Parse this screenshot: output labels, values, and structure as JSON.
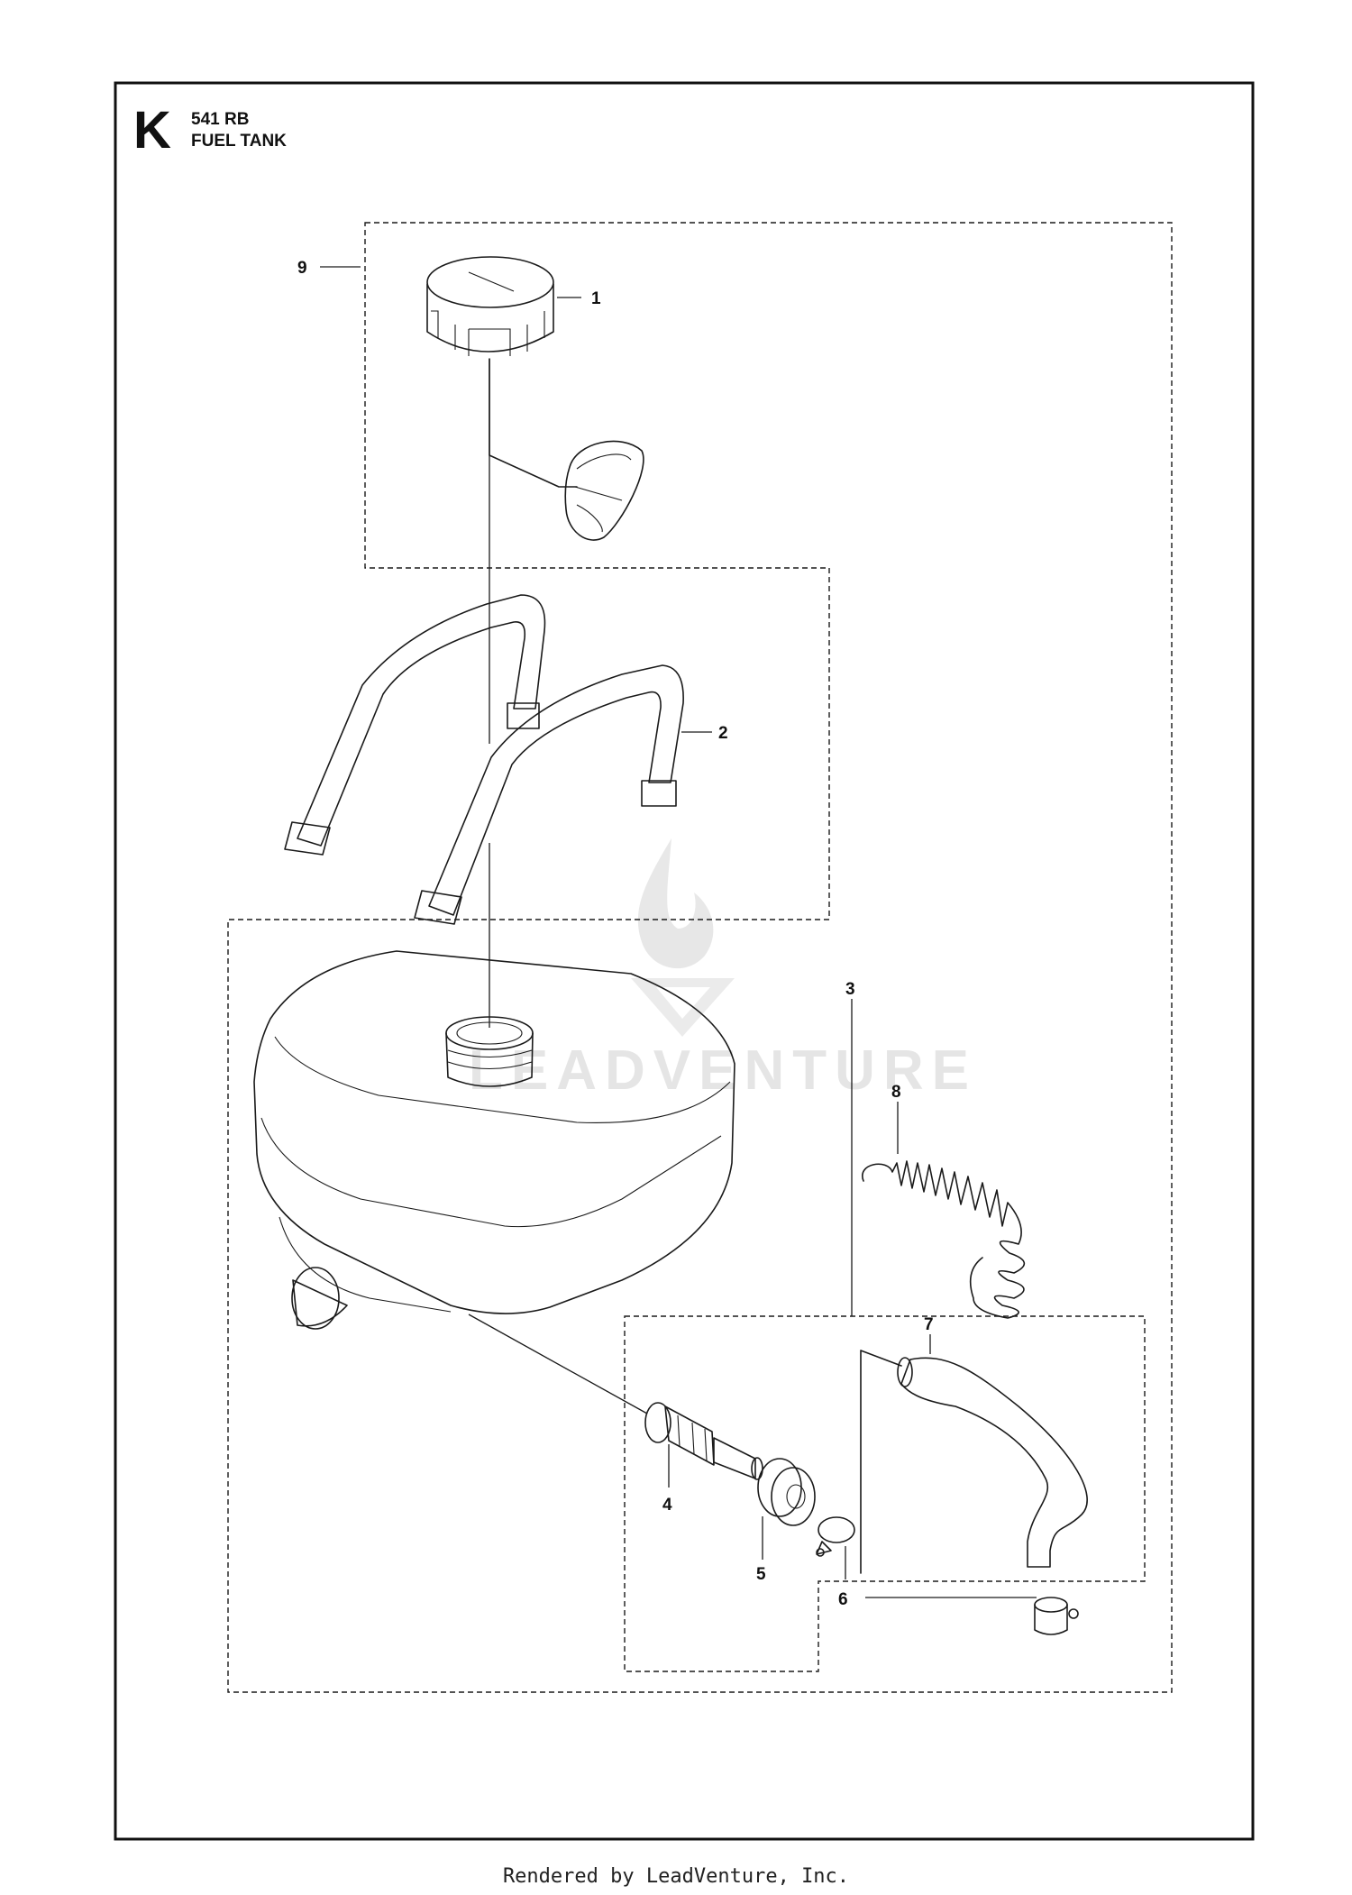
{
  "page": {
    "section_letter": "K",
    "model": "541 RB",
    "section_title": "FUEL TANK",
    "footer": "Rendered by LeadVenture, Inc.",
    "watermark": "LEADVENTURE"
  },
  "callouts": [
    {
      "number": "1",
      "part": "fuel-cap"
    },
    {
      "number": "2",
      "part": "tank-strap"
    },
    {
      "number": "3",
      "part": "fuel-line-kit"
    },
    {
      "number": "4",
      "part": "fuel-filter"
    },
    {
      "number": "5",
      "part": "grommet"
    },
    {
      "number": "6",
      "part": "hose-clamp"
    },
    {
      "number": "7",
      "part": "fuel-hose"
    },
    {
      "number": "8",
      "part": "spiral-guard"
    },
    {
      "number": "9",
      "part": "fuel-cap-kit"
    }
  ]
}
